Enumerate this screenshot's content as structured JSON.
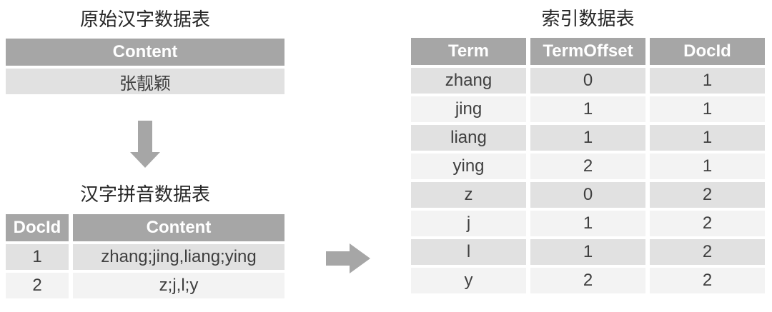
{
  "colors": {
    "header_bg": "#a6a6a6",
    "header_text": "#ffffff",
    "row_odd_bg": "#e1e1e1",
    "row_even_bg": "#f3f3f3",
    "body_text": "#3f3f3f",
    "title_text": "#262626",
    "arrow": "#a6a6a6"
  },
  "icons": {
    "down_arrow": "down-arrow-icon",
    "right_arrow": "right-arrow-icon"
  },
  "left": {
    "original_table": {
      "title": "原始汉字数据表",
      "headers": [
        "Content"
      ],
      "rows": [
        [
          "张靓颖"
        ]
      ]
    },
    "pinyin_table": {
      "title": "汉字拼音数据表",
      "headers": [
        "DocId",
        "Content"
      ],
      "rows": [
        [
          "1",
          "zhang;jing,liang;ying"
        ],
        [
          "2",
          "z;j,l;y"
        ]
      ]
    }
  },
  "right": {
    "index_table": {
      "title": "索引数据表",
      "headers": [
        "Term",
        "TermOffset",
        "DocId"
      ],
      "rows": [
        [
          "zhang",
          "0",
          "1"
        ],
        [
          "jing",
          "1",
          "1"
        ],
        [
          "liang",
          "1",
          "1"
        ],
        [
          "ying",
          "2",
          "1"
        ],
        [
          "z",
          "0",
          "2"
        ],
        [
          "j",
          "1",
          "2"
        ],
        [
          "l",
          "1",
          "2"
        ],
        [
          "y",
          "2",
          "2"
        ]
      ]
    }
  }
}
